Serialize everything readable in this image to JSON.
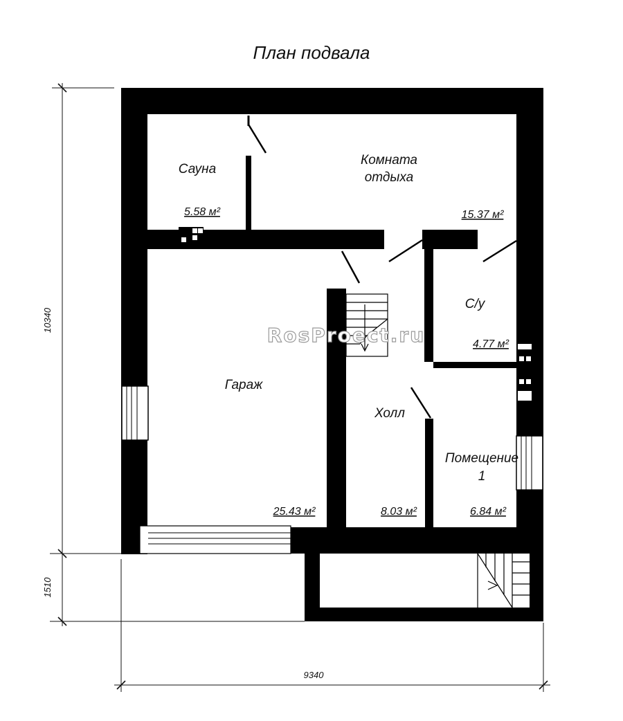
{
  "title": "План подвала",
  "watermark": "RosProect.ru",
  "rooms": {
    "sauna": {
      "name": "Сауна",
      "area": "5.58 м²"
    },
    "rest_room": {
      "name_line1": "Комната",
      "name_line2": "отдыха",
      "area": "15.37 м²"
    },
    "bathroom": {
      "name": "С/у",
      "area": "4.77 м²"
    },
    "garage": {
      "name": "Гараж",
      "area": "25.43 м²"
    },
    "hall": {
      "name": "Холл",
      "area": "8.03 м²"
    },
    "room1": {
      "name_line1": "Помещение",
      "name_line2": "1",
      "area": "6.84 м²"
    }
  },
  "dimensions": {
    "height_main": "10340",
    "height_porch": "1510",
    "width": "9340"
  },
  "colors": {
    "wall": "#000000",
    "background": "#ffffff",
    "line": "#111111"
  }
}
